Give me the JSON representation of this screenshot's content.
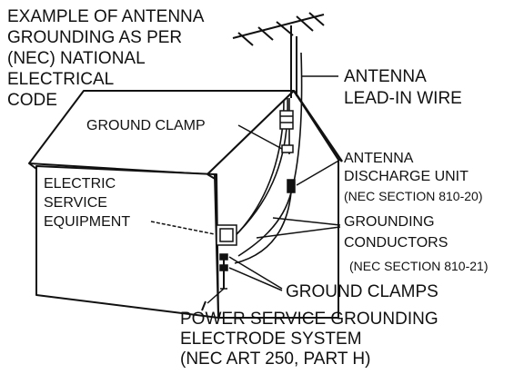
{
  "diagram": {
    "title_lines": [
      "EXAMPLE OF ANTENNA",
      "GROUNDING AS PER",
      "(NEC) NATIONAL",
      "ELECTRICAL",
      "CODE"
    ],
    "labels": {
      "antenna_lead_in": [
        "ANTENNA",
        "LEAD-IN WIRE"
      ],
      "ground_clamp": "GROUND CLAMP",
      "electric_service": [
        "ELECTRIC",
        "SERVICE",
        "EQUIPMENT"
      ],
      "discharge_unit": [
        "ANTENNA",
        "DISCHARGE UNIT",
        "(NEC SECTION 810-20)"
      ],
      "grounding_conductors": [
        "GROUNDING",
        "CONDUCTORS",
        "(NEC SECTION 810-21)"
      ],
      "ground_clamps": "GROUND CLAMPS",
      "power_service": [
        "POWER SERVICE GROUNDING",
        "ELECTRODE SYSTEM",
        "(NEC ART 250, PART H)"
      ]
    }
  }
}
